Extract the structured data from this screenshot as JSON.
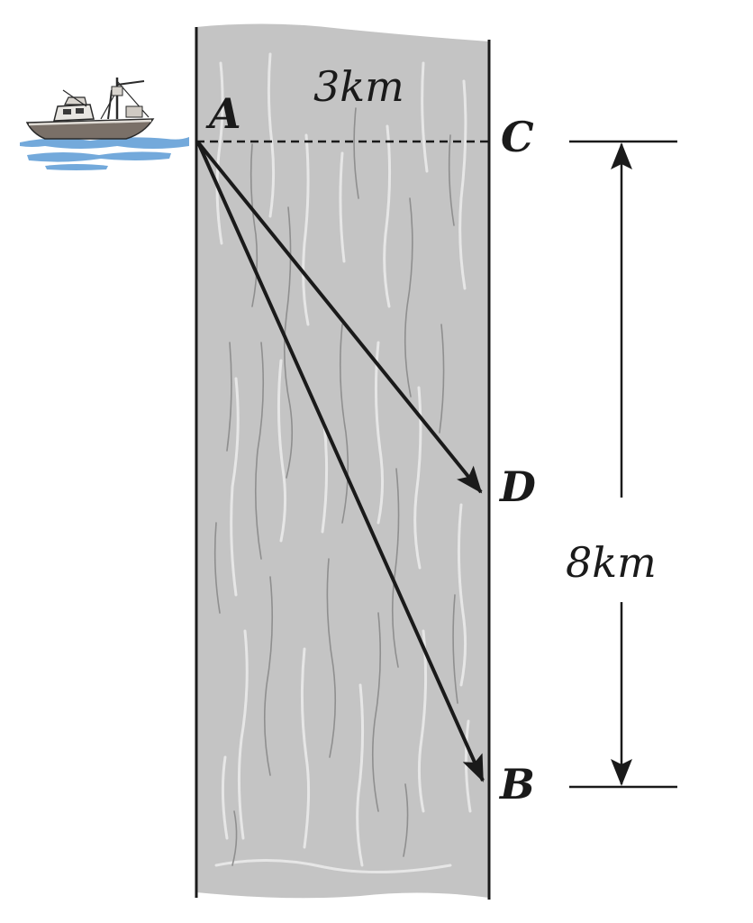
{
  "labels": {
    "point_a": "A",
    "point_b": "B",
    "point_c": "C",
    "point_d": "D",
    "width": "3km",
    "length": "8km"
  },
  "colors": {
    "river": "#c4c4c4",
    "river_streak_light": "#e6e6e6",
    "river_streak_dark": "#8f8f8f",
    "ink": "#1a1a1a",
    "water": "#5b9bd5",
    "boat_hull": "#7a7068"
  },
  "icons": {
    "boat": "fishing-boat-icon"
  }
}
